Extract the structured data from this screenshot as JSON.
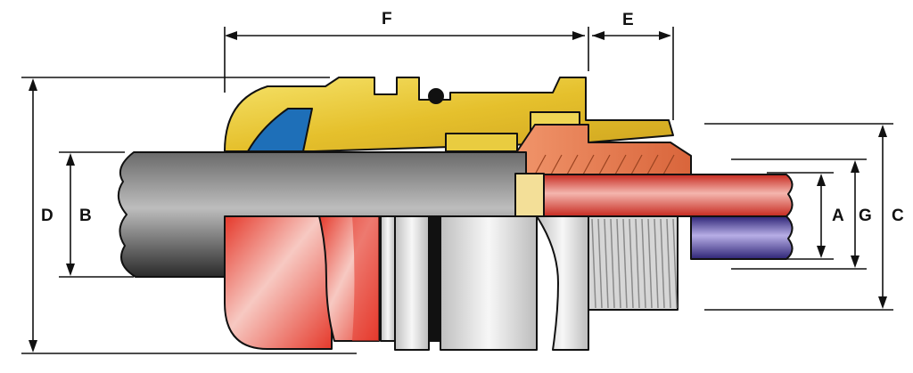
{
  "dimensions": {
    "F": "F",
    "E": "E",
    "D": "D",
    "B": "B",
    "A": "A",
    "G": "G",
    "C": "C"
  },
  "colors": {
    "brass": "#e8c93a",
    "seal_blue": "#1e6fb8",
    "outer_sheath": "#2b2b2b",
    "red_body": "#e23a2a",
    "copper_thread": "#e07b4a",
    "silver": "#d9d9d9",
    "inner_conductor_red": "#d8352a",
    "inner_conductor_blue": "#3b2f8f",
    "dimension_line": "#111111"
  }
}
